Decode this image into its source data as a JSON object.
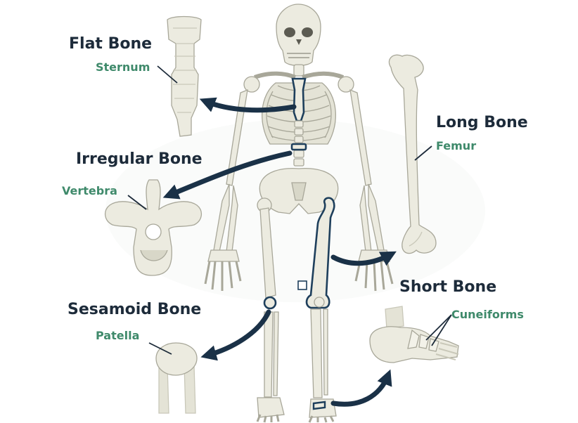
{
  "colors": {
    "bone": "#ecebe0",
    "bone_shade": "#d8d7c8",
    "outline": "#a8a799",
    "arrow": "#1a3147",
    "highlight": "#1e3f5c",
    "category_text": "#1d2b3a",
    "example_text": "#3f8a6b"
  },
  "categories": [
    {
      "key": "flat",
      "title": "Flat Bone",
      "example": "Sternum"
    },
    {
      "key": "irregular",
      "title": "Irregular Bone",
      "example": "Vertebra"
    },
    {
      "key": "sesamoid",
      "title": "Sesamoid Bone",
      "example": "Patella"
    },
    {
      "key": "long",
      "title": "Long Bone",
      "example": "Femur"
    },
    {
      "key": "short",
      "title": "Short Bone",
      "example": "Cuneiforms"
    }
  ]
}
